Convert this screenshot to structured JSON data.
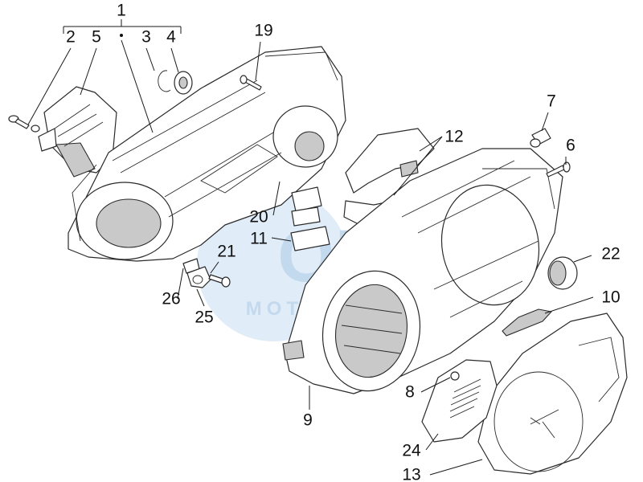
{
  "callouts": [
    {
      "id": "1",
      "text": "1"
    },
    {
      "id": "2",
      "text": "2"
    },
    {
      "id": "5",
      "text": "5"
    },
    {
      "id": "3",
      "text": "3"
    },
    {
      "id": "4",
      "text": "4"
    },
    {
      "id": "19",
      "text": "19"
    },
    {
      "id": "12",
      "text": "12"
    },
    {
      "id": "7",
      "text": "7"
    },
    {
      "id": "6",
      "text": "6"
    },
    {
      "id": "20",
      "text": "20"
    },
    {
      "id": "11",
      "text": "11"
    },
    {
      "id": "21",
      "text": "21"
    },
    {
      "id": "22",
      "text": "22"
    },
    {
      "id": "26",
      "text": "26"
    },
    {
      "id": "25",
      "text": "25"
    },
    {
      "id": "10",
      "text": "10"
    },
    {
      "id": "8",
      "text": "8"
    },
    {
      "id": "9",
      "text": "9"
    },
    {
      "id": "24",
      "text": "24"
    },
    {
      "id": "13",
      "text": "13"
    }
  ],
  "watermark": {
    "brand": "OEM",
    "sub": "MOTORPARTS",
    "color": "#c3d9ee"
  }
}
